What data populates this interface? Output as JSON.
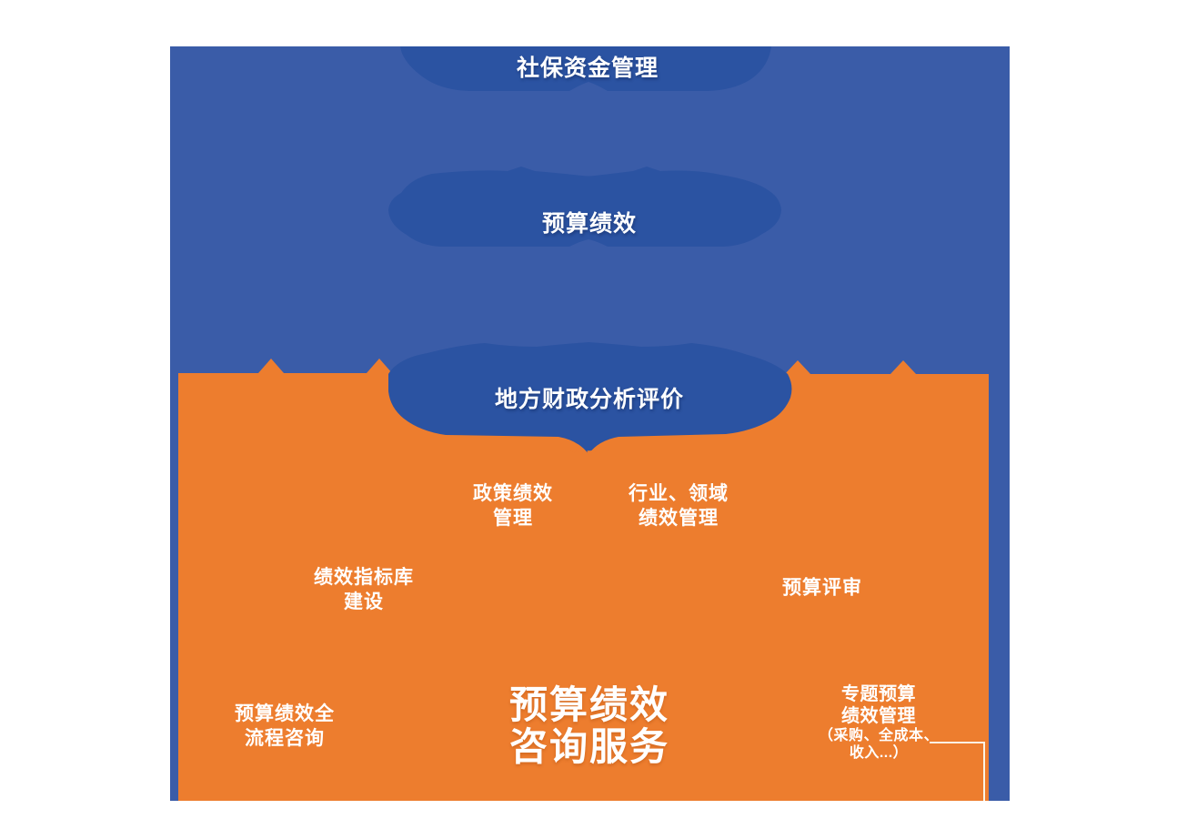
{
  "palette": {
    "background": "#ffffff",
    "canvas_blue": "#3A5CA8",
    "cloud_blue": "#2B53A2",
    "orange": "#ED7D2E",
    "text_white": "#ffffff",
    "callout_line": "#FBF3E4"
  },
  "clouds": [
    {
      "label": "社保资金管理"
    },
    {
      "label": "预算绩效"
    },
    {
      "label": "地方财政分析评价"
    }
  ],
  "services": {
    "policy": {
      "line1": "政策绩效",
      "line2": "管理"
    },
    "industry": {
      "line1": "行业、领域",
      "line2": "绩效管理"
    },
    "indicator": {
      "line1": "绩效指标库",
      "line2": "建设"
    },
    "review": {
      "label": "预算评审"
    },
    "process": {
      "line1": "预算绩效全",
      "line2": "流程咨询"
    },
    "special": {
      "line1": "专题预算",
      "line2": "绩效管理",
      "line3": "（采购、全成本、",
      "line4": "收入...）"
    }
  },
  "main_title": {
    "line1": "预算绩效",
    "line2": "咨询服务"
  }
}
